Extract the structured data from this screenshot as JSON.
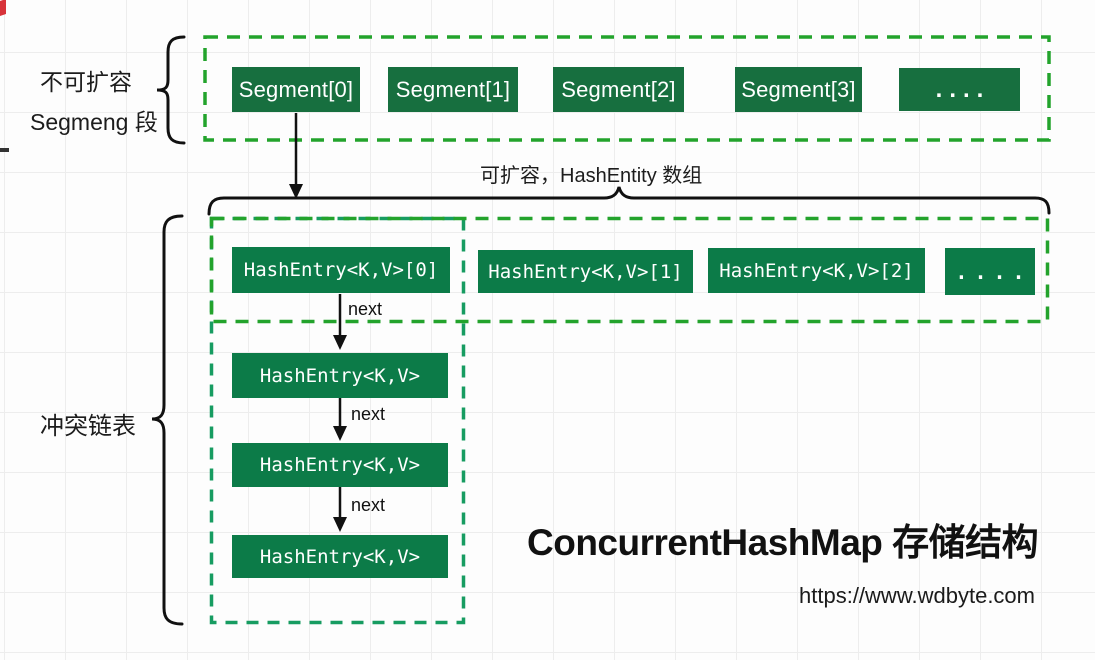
{
  "diagram": {
    "segment_section": {
      "label_line1": "不可扩容",
      "label_line2": "Segmeng 段",
      "items": [
        "Segment[0]",
        "Segment[1]",
        "Segment[2]",
        "Segment[3]",
        "...."
      ]
    },
    "entry_section": {
      "array_label": "可扩容，HashEntity 数组",
      "items": [
        "HashEntry<K,V>[0]",
        "HashEntry<K,V>[1]",
        "HashEntry<K,V>[2]",
        "...."
      ]
    },
    "chain_section": {
      "label": "冲突链表",
      "nodes": [
        "HashEntry<K,V>",
        "HashEntry<K,V>",
        "HashEntry<K,V>"
      ],
      "edge_label": "next"
    },
    "title": "ConcurrentHashMap 存储结构",
    "watermark": "https://www.wdbyte.com",
    "colors": {
      "segment_fill": "#176f3f",
      "entry_fill": "#0c7b48",
      "dash_green": "#23a32c",
      "dash_teal": "#179c61",
      "stroke": "#111111"
    }
  }
}
